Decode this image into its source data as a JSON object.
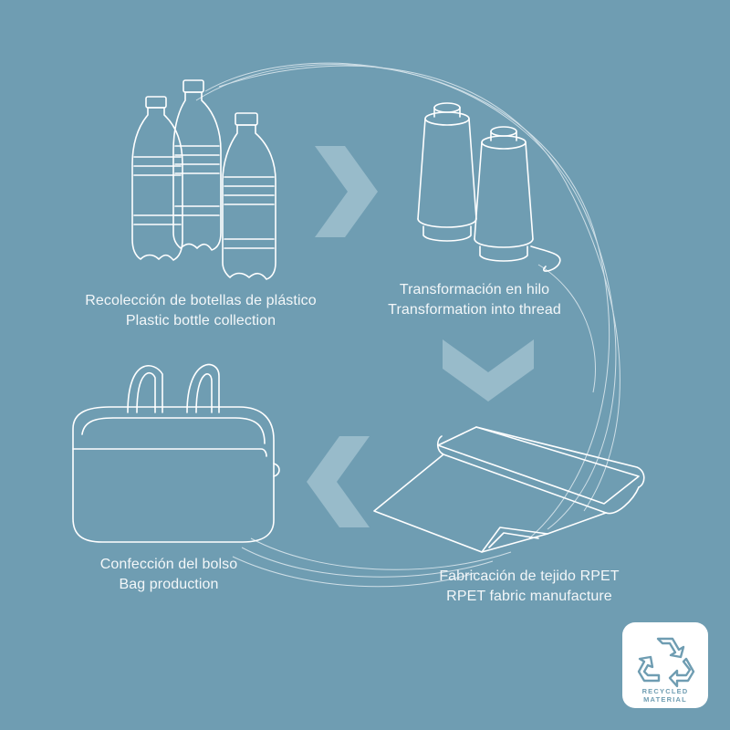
{
  "steps": [
    {
      "id": "bottles",
      "line_es": "Recolección de botellas de plástico",
      "line_en": "Plastic bottle collection",
      "icon": "plastic-bottles-icon"
    },
    {
      "id": "thread",
      "line_es": "Transformación en hilo",
      "line_en": "Transformation into thread",
      "icon": "thread-spools-icon"
    },
    {
      "id": "fabric",
      "line_es": "Fabricación de tejido RPET",
      "line_en": "RPET fabric manufacture",
      "icon": "fabric-roll-icon"
    },
    {
      "id": "bag",
      "line_es": "Confección del bolso",
      "line_en": "Bag production",
      "icon": "bag-icon"
    }
  ],
  "badge": {
    "line1": "RECYCLED",
    "line2": "MATERIAL",
    "icon": "recycle-icon"
  },
  "colors": {
    "background": "#6f9db2",
    "lines": "#ffffff",
    "chevron": "#b9d3de",
    "badge_bg": "#ffffff",
    "badge_fg": "#6f9db2"
  }
}
